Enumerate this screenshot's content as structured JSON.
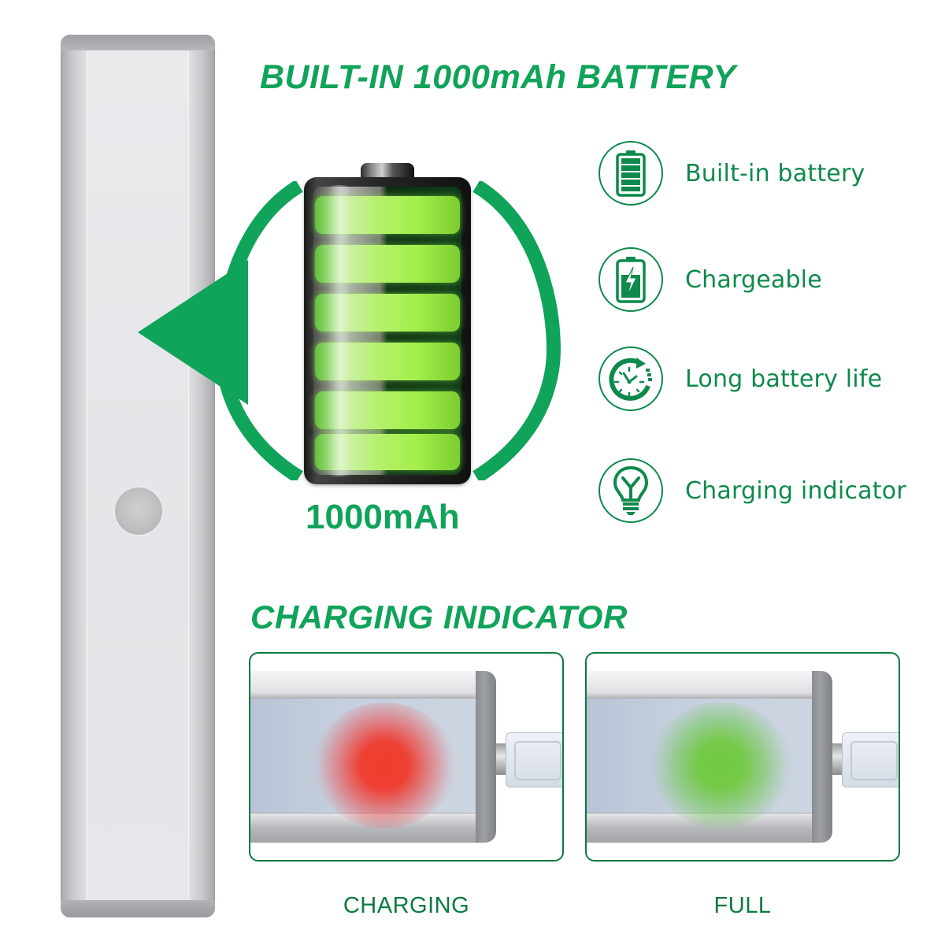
{
  "colors": {
    "accent_green": "#10a35a",
    "text_green": "#0d8a4b",
    "border_green": "#0b7a3e",
    "charging_red": "#f23b2e",
    "full_green": "#6fcb3f"
  },
  "header": {
    "title": "BUILT-IN 1000mAh BATTERY"
  },
  "battery_graphic": {
    "capacity_label": "1000mAh",
    "cells": 6,
    "icon": "battery-full-icon"
  },
  "features": [
    {
      "label": "Built-in battery",
      "icon": "battery-icon"
    },
    {
      "label": "Chargeable",
      "icon": "battery-charging-icon"
    },
    {
      "label": "Long battery life",
      "icon": "clock-refresh-icon"
    },
    {
      "label": "Charging indicator",
      "icon": "lightbulb-icon"
    }
  ],
  "charging_section": {
    "title": "CHARGING INDICATOR",
    "states": [
      {
        "caption": "CHARGING",
        "led_color": "red"
      },
      {
        "caption": "FULL",
        "led_color": "green"
      }
    ]
  }
}
